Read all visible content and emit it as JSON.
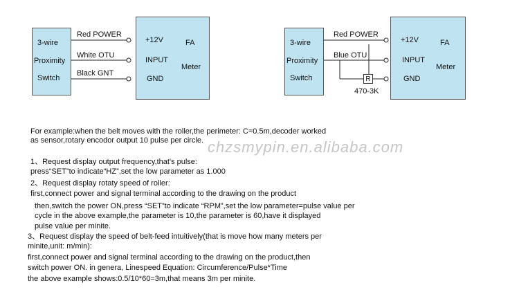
{
  "diagram_left": {
    "sensor": [
      "3-wire",
      "Proximity",
      "Switch"
    ],
    "wires": [
      "Red POWER",
      "White OTU",
      "Black GNT"
    ],
    "meter_terminals": [
      "+12V",
      "INPUT",
      "GND"
    ],
    "meter_label": [
      "FA",
      "Meter"
    ]
  },
  "diagram_right": {
    "sensor": [
      "3-wire",
      "Proximity",
      "Switch"
    ],
    "wires": [
      "Red POWER",
      "Blue OTU"
    ],
    "resistor_symbol": "R",
    "resistor_value": "470-3K",
    "meter_terminals": [
      "+12V",
      "INPUT",
      "GND"
    ],
    "meter_label": [
      "FA",
      "Meter"
    ]
  },
  "watermark": "chzsmypin.en.alibaba.com",
  "text_lines": [
    "For example:when the belt moves with the roller,the perimeter: C=0.5m,decoder worked",
    " as sensor,rotary encodor output 10 pulse per circle.",
    "1、Request display output frequency,that's pulse:",
    "   press“SET”to indicate“HZ”,set the low parameter as 1.000",
    "2、Request display rotaty speed of roller:",
    "   first,connect power and signal terminal according to the drawing on the product",
    "then,switch the power ON,press “SET”to indicate “RPM”,set the low parameter=pulse value per",
    "cycle in the above example,the parameter is 10,the parameter is 60,have it displayed",
    "pulse value per minite.",
    "3、Request display the speed of belt-feed intuitively(that is move how many meters per",
    "   minite,unit: m/min):",
    "   first,connect power and signal terminal according to the drawing on the product,then",
    "   switch power ON.      in genera,   Linespeed Equation: Circumference/Pulse*Time",
    "   the above example shows:0.5/10*60=3m,that means 3m per minite."
  ]
}
